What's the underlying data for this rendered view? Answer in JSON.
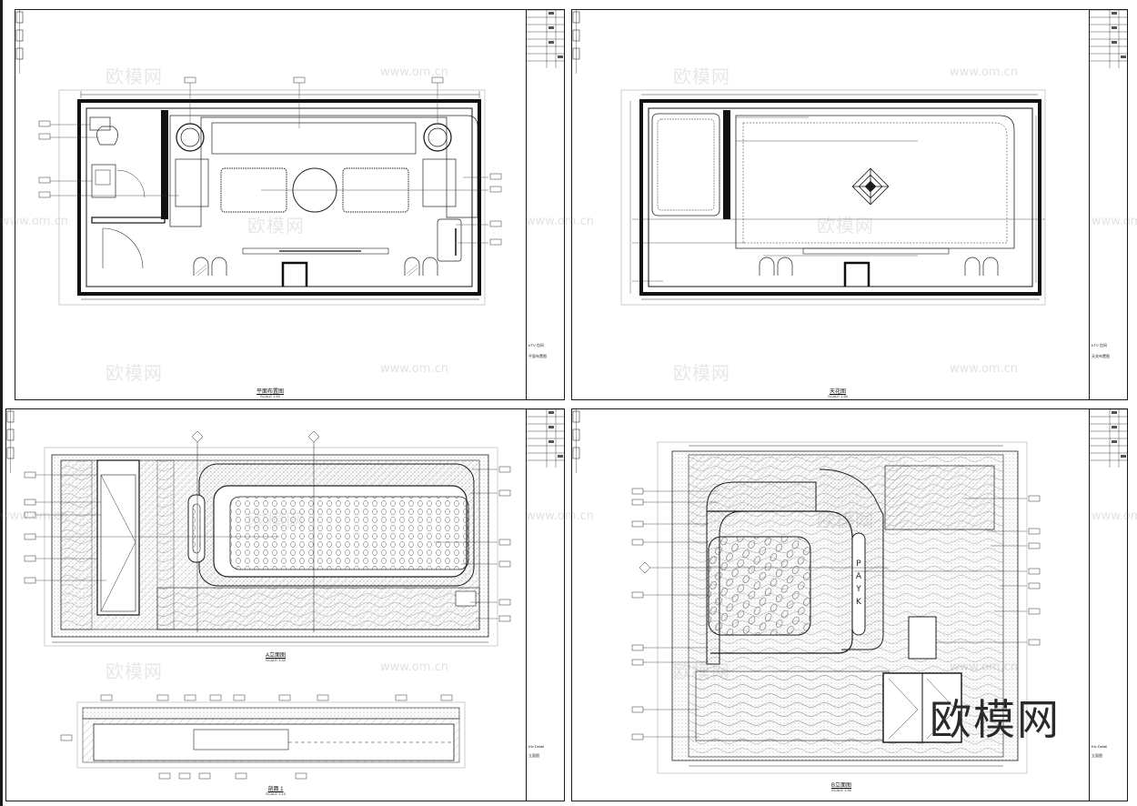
{
  "watermark": {
    "brand": "欧模网",
    "url": "www.om.cn"
  },
  "logo": {
    "text": "欧模网"
  },
  "sheets": [
    {
      "id": "floor-plan",
      "caption": "平面布置图",
      "caption_sub": "SCALE 1:50",
      "tb_project": "KTV 包间",
      "tb_drawing": "平面布置图"
    },
    {
      "id": "ceiling-plan",
      "caption": "天花图",
      "caption_sub": "SCALE 1:50",
      "tb_project": "KTV 包间",
      "tb_drawing": "天花布置图"
    },
    {
      "id": "elevation-a",
      "caption": "A立面图",
      "caption_sub": "SCALE 1:30",
      "caption2": "剖面 1",
      "caption2_sub": "SCALE 1:10",
      "tb_project": "Ktv Detail",
      "tb_drawing": "立面图"
    },
    {
      "id": "elevation-b",
      "caption": "B立面图",
      "caption_sub": "SCALE 1:30",
      "tb_project": "Ktv Detail",
      "tb_drawing": "立面图"
    }
  ],
  "elevation_b": {
    "vertical_letters": [
      "P",
      "A",
      "Y",
      "K"
    ]
  }
}
